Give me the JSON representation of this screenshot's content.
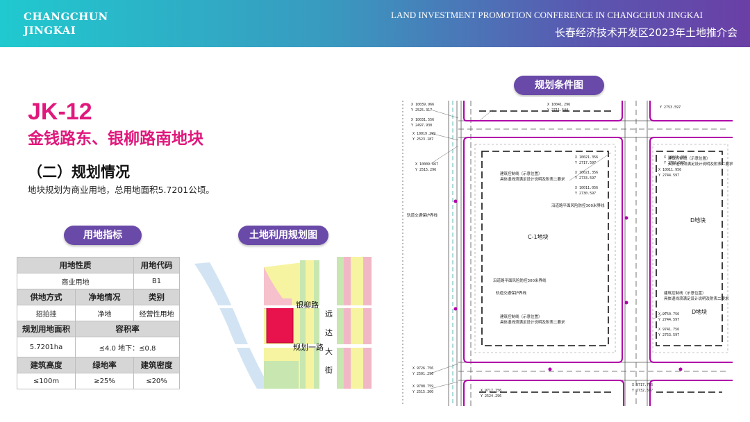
{
  "header": {
    "brand_line1": "CHANGCHUN",
    "brand_line2": "JINGKAI",
    "en_title": "LAND INVESTMENT PROMOTION CONFERENCE IN CHANGCHUN JINGKAI",
    "cn_title": "长春经济技术开发区2023年土地推介会"
  },
  "plot": {
    "code": "JK-12",
    "name": "金钱路东、银柳路南地块",
    "section": "（二）规划情况",
    "description": "地块规划为商业用地，总用地面积5.7201公顷。"
  },
  "pills": {
    "indicators": "用地指标",
    "landuse": "土地利用规划图",
    "conditions": "规划条件图"
  },
  "table": {
    "r1": [
      "用地性质",
      "用地代码"
    ],
    "r2": [
      "商业用地",
      "B1"
    ],
    "r3": [
      "供地方式",
      "净地情况",
      "类别"
    ],
    "r4": [
      "招拍挂",
      "净地",
      "经营性用地"
    ],
    "r5": [
      "规划用地面积",
      "容积率"
    ],
    "r6": [
      "5.7201ha",
      "≤4.0  地下：≤0.8"
    ],
    "r7": [
      "建筑高度",
      "绿地率",
      "建筑密度"
    ],
    "r8": [
      "≤100m",
      "≥25%",
      "≤20%"
    ]
  },
  "landmap": {
    "road1": "银柳路",
    "road2": "规划一路",
    "street": [
      "远",
      "达",
      "大",
      "街"
    ]
  },
  "plan_map": {
    "block_c": "C-1地块",
    "block_d_top": "D地块",
    "block_d_bottom": "D地块",
    "rail_boundary": "轨道交通保护界线",
    "rail_boundary2": "轨道交通保护界线",
    "setback_note1": "建筑控制线（示意位置）",
    "setback_note1b": "具体退线须满足设计说明及附表二要求",
    "setback_note2": "建筑控制线（示意位置）",
    "setback_note2b": "具体退线须满足设计说明及附表二要求",
    "setback_note3": "建筑控制线（示意位置）",
    "setback_note3b": "具体退线须满足设计说明及附表二要求",
    "setback_note4": "建筑控制线（示意位置）",
    "setback_note4b": "具体退线须满足设计说明及附表二要求",
    "wind_line1": "沿道路平面风险防控300米界线",
    "wind_line2": "沿道路平面风险防控300米界线",
    "coords": [
      "X 10039.966",
      "Y 2525.317",
      "X 10031.556",
      "Y 2497.930",
      "X 10019.299",
      "Y 2523.187",
      "X 10009.667",
      "Y 2515.296",
      "X 10041.296",
      "Y 2711.544",
      "X 10021.356",
      "Y 2717.597",
      "X 10021.356",
      "Y 2733.597",
      "X 10011.056",
      "Y 2730.597",
      "Y 2753.597",
      "X 10021.356",
      "Y 2753.597",
      "X 10011.956",
      "Y 2744.597",
      "X 9750.756",
      "Y 2744.597",
      "X 9741.756",
      "Y 2753.597",
      "X 9726.756",
      "Y 2501.296",
      "X 9708.759",
      "Y 2515.300",
      "X 9717.756",
      "Y 2524.296",
      "X 9717.756",
      "Y 2732.597"
    ]
  }
}
